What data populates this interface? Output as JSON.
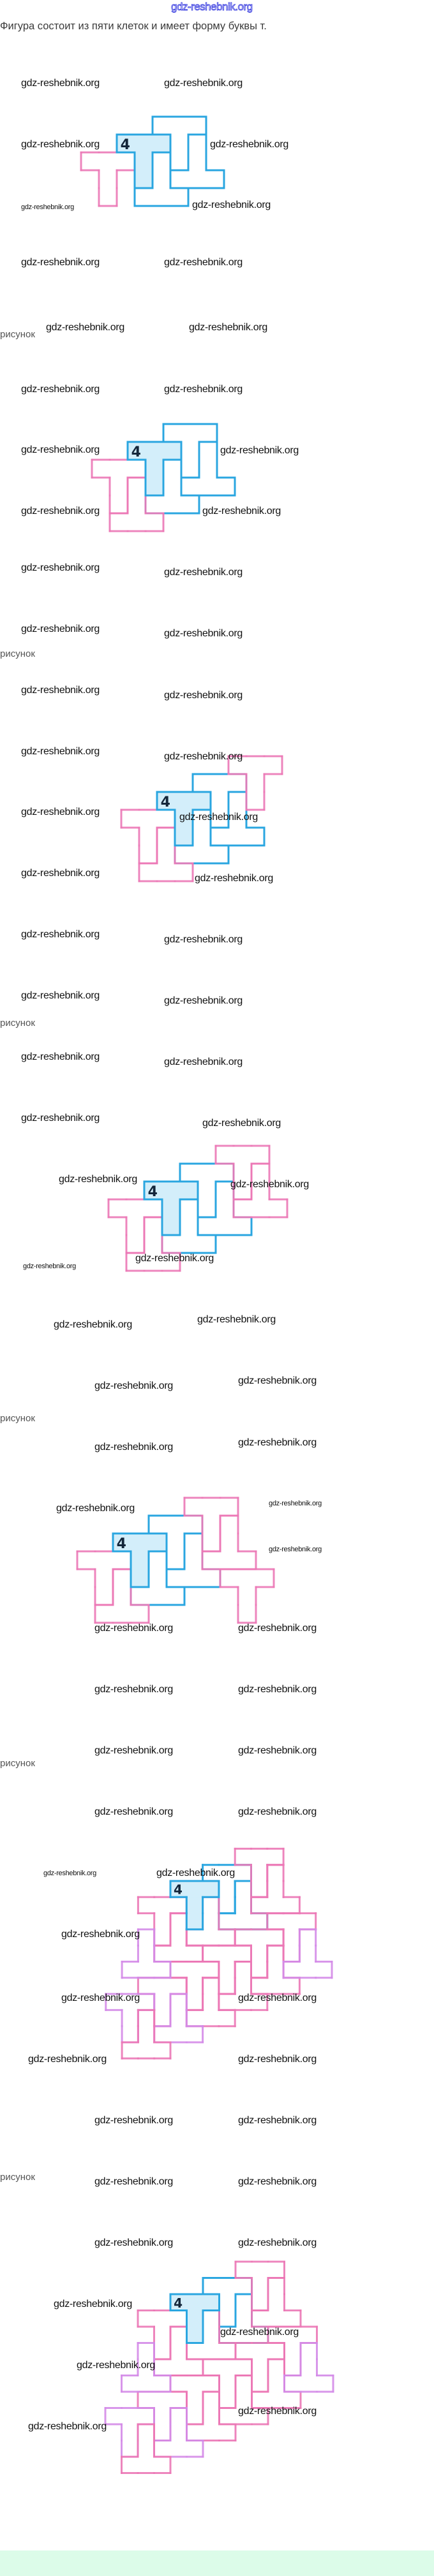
{
  "header": {
    "site_watermark": "gdz-reshebnik.org"
  },
  "intro_text": "Фигура состоит из пяти клеток и имеет форму буквы т.",
  "figure_caption": "рисунок",
  "watermark": "gdz-reshebnik.org",
  "figure_label": "4",
  "colors": {
    "blue": "#2aa6e0",
    "pink": "#ec78b6",
    "lavender": "#d48be8",
    "fill": "#d3eefa",
    "footer": "#dcfce9"
  }
}
